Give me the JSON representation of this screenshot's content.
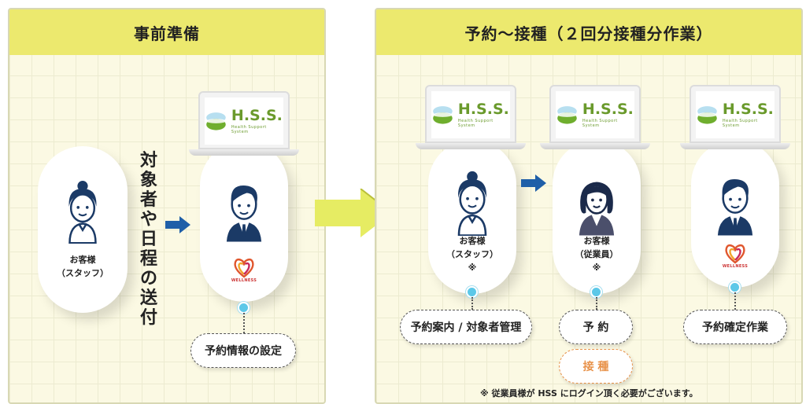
{
  "left_panel": {
    "title": "事前準備",
    "customer_label": [
      "お客様",
      "（スタッフ）"
    ],
    "vertical_text": [
      "対",
      "象",
      "者",
      "や",
      "日",
      "程",
      "の",
      "送",
      "付"
    ],
    "laptop_brand": "H.S.S.",
    "laptop_subtitle": "Health Support System",
    "wellness_logo_text": "WELLNESS",
    "task_box": "予約情報の設定"
  },
  "right_panel": {
    "title": "予約〜接種（２回分接種分作業）",
    "laptop_brand": "H.S.S.",
    "laptop_subtitle": "Health Support System",
    "staff_label": [
      "お客様",
      "（スタッフ）",
      "※"
    ],
    "employee_label": [
      "お客様",
      "（従業員）",
      "※"
    ],
    "wellness_logo_text": "WELLNESS",
    "task_staff": "予約案内 / 対象者管理",
    "task_employee_1": "予 約",
    "task_employee_2": "接 種",
    "task_wellness": "予約確定作業",
    "footnote": "※ 従業員様が HSS にログイン頂く必要がございます。"
  },
  "colors": {
    "header": "#ece96e",
    "arrow_blue": "#1f5fa8",
    "big_arrow": "#e6ec63",
    "hss_green": "#6a9a2c",
    "dot": "#5cc8e8",
    "orange": "#e8924a"
  }
}
